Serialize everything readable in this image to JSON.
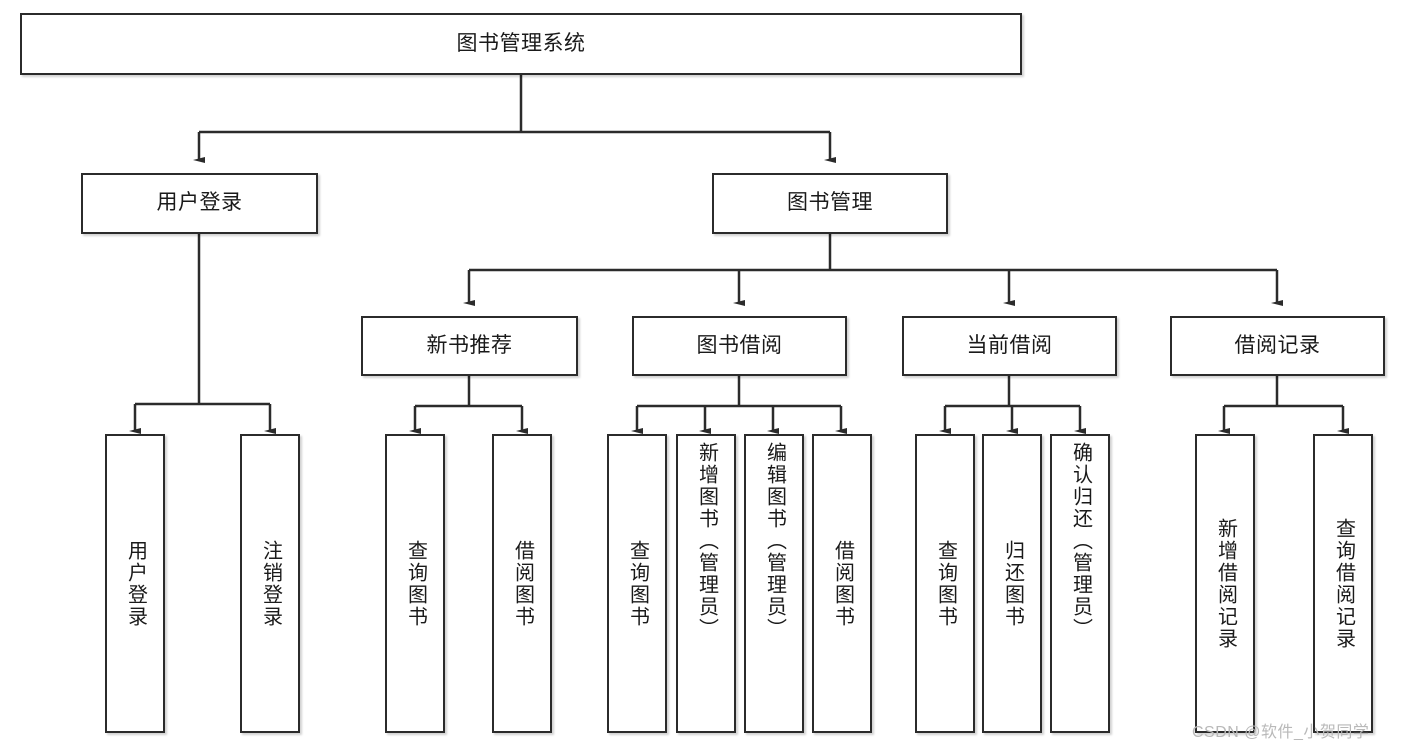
{
  "diagram": {
    "type": "tree-hierarchy",
    "title_node": {
      "label": "图书管理系统"
    },
    "level2": [
      {
        "id": "user-login",
        "label": "用户登录"
      },
      {
        "id": "book-manage",
        "label": "图书管理"
      }
    ],
    "level3": [
      {
        "id": "new-book-recommend",
        "label": "新书推荐",
        "parent": "book-manage"
      },
      {
        "id": "book-borrow",
        "label": "图书借阅",
        "parent": "book-manage"
      },
      {
        "id": "current-borrow",
        "label": "当前借阅",
        "parent": "book-manage"
      },
      {
        "id": "borrow-record",
        "label": "借阅记录",
        "parent": "book-manage"
      }
    ],
    "leaves": [
      {
        "id": "leaf-user-login",
        "label": "用户登录",
        "parent": "user-login"
      },
      {
        "id": "leaf-logout-login",
        "label": "注销登录",
        "parent": "user-login"
      },
      {
        "id": "leaf-query-book-1",
        "label": "查询图书",
        "parent": "new-book-recommend"
      },
      {
        "id": "leaf-borrow-book-1",
        "label": "借阅图书",
        "parent": "new-book-recommend"
      },
      {
        "id": "leaf-query-book-2",
        "label": "查询图书",
        "parent": "book-borrow"
      },
      {
        "id": "leaf-add-book",
        "label": "新增图书（管理员）",
        "parent": "book-borrow"
      },
      {
        "id": "leaf-edit-book",
        "label": "编辑图书（管理员）",
        "parent": "book-borrow"
      },
      {
        "id": "leaf-borrow-book-2",
        "label": "借阅图书",
        "parent": "book-borrow"
      },
      {
        "id": "leaf-query-book-3",
        "label": "查询图书",
        "parent": "current-borrow"
      },
      {
        "id": "leaf-return-book",
        "label": "归还图书",
        "parent": "current-borrow"
      },
      {
        "id": "leaf-confirm-return",
        "label": "确认归还（管理员）",
        "parent": "current-borrow"
      },
      {
        "id": "leaf-add-record",
        "label": "新增借阅记录",
        "parent": "borrow-record"
      },
      {
        "id": "leaf-query-record",
        "label": "查询借阅记录",
        "parent": "borrow-record"
      }
    ],
    "colors": {
      "border": "#2b2b2b",
      "text": "#1a1a1a",
      "background": "#ffffff",
      "watermark": "#b9b9b9"
    }
  },
  "watermark": {
    "text": "CSDN @软件_小贺同学"
  }
}
